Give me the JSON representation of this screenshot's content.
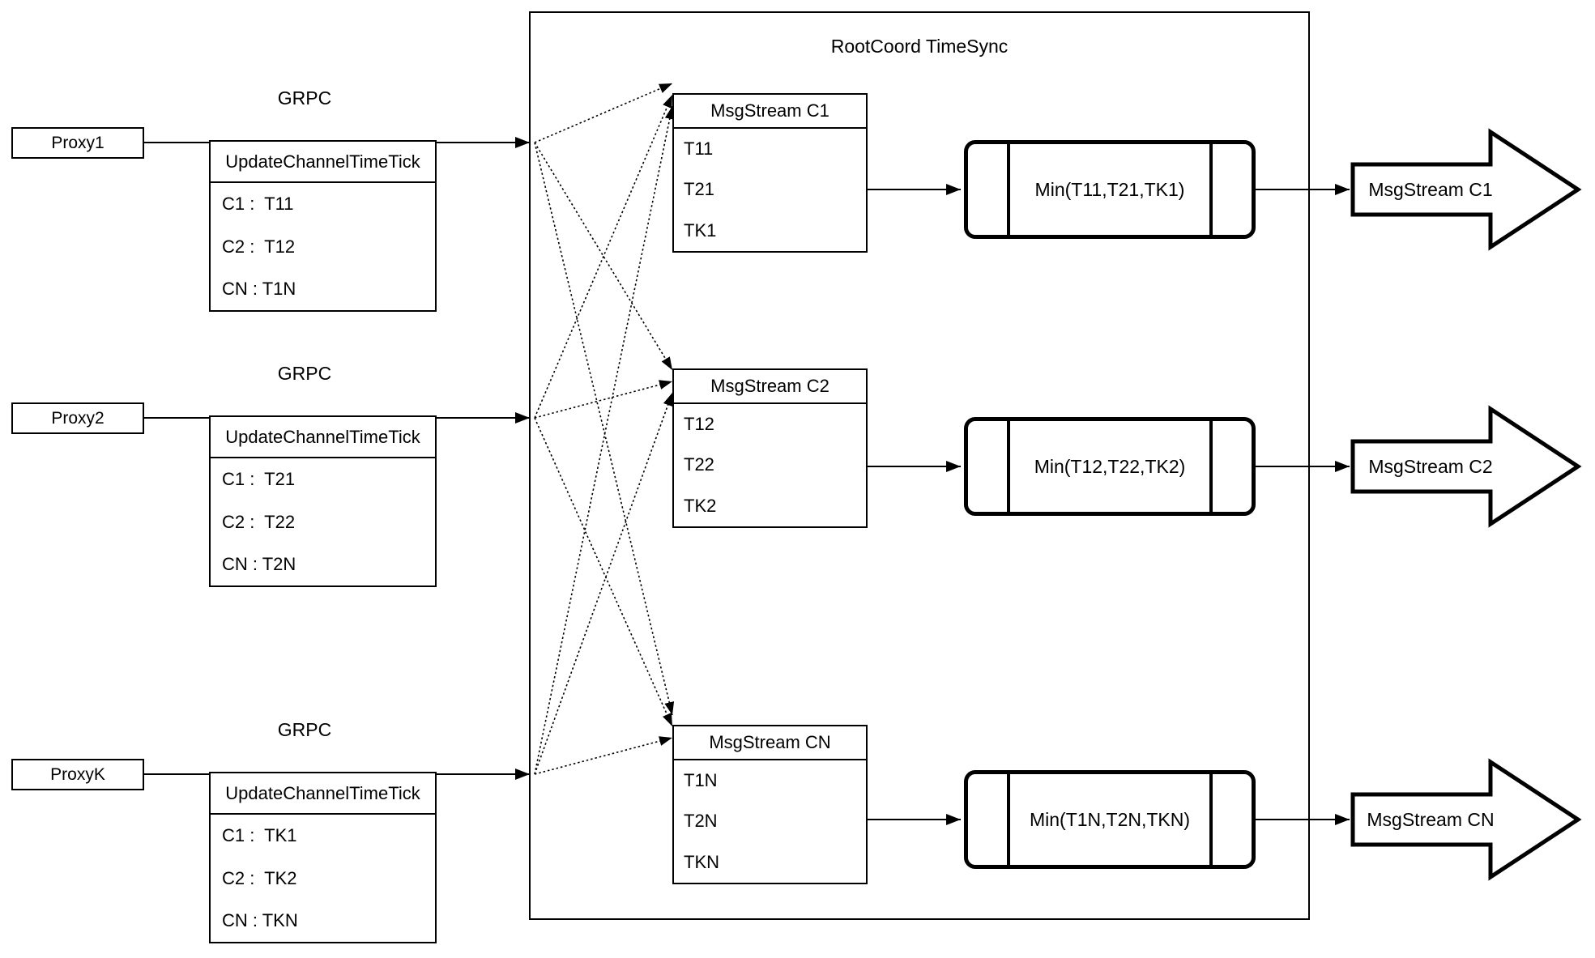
{
  "diagram": {
    "container_title": "RootCoord TimeSync",
    "proxies": [
      {
        "name": "Proxy1",
        "protocol": "GRPC",
        "table_header": "UpdateChannelTimeTick",
        "rows": [
          "C1 :  T11",
          "C2 :  T12",
          "CN : T1N"
        ]
      },
      {
        "name": "Proxy2",
        "protocol": "GRPC",
        "table_header": "UpdateChannelTimeTick",
        "rows": [
          "C1 :  T21",
          "C2 :  T22",
          "CN : T2N"
        ]
      },
      {
        "name": "ProxyK",
        "protocol": "GRPC",
        "table_header": "UpdateChannelTimeTick",
        "rows": [
          "C1 :  TK1",
          "C2 :  TK2",
          "CN : TKN"
        ]
      }
    ],
    "streams": [
      {
        "header": "MsgStream C1",
        "rows": [
          "T11",
          "T21",
          "TK1"
        ],
        "min_label": "Min(T11,T21,TK1)",
        "output_label": "MsgStream C1"
      },
      {
        "header": "MsgStream C2",
        "rows": [
          "T12",
          "T22",
          "TK2"
        ],
        "min_label": "Min(T12,T22,TK2)",
        "output_label": "MsgStream C2"
      },
      {
        "header": "MsgStream CN",
        "rows": [
          "T1N",
          "T2N",
          "TKN"
        ],
        "min_label": "Min(T1N,T2N,TKN)",
        "output_label": "MsgStream CN"
      }
    ]
  }
}
